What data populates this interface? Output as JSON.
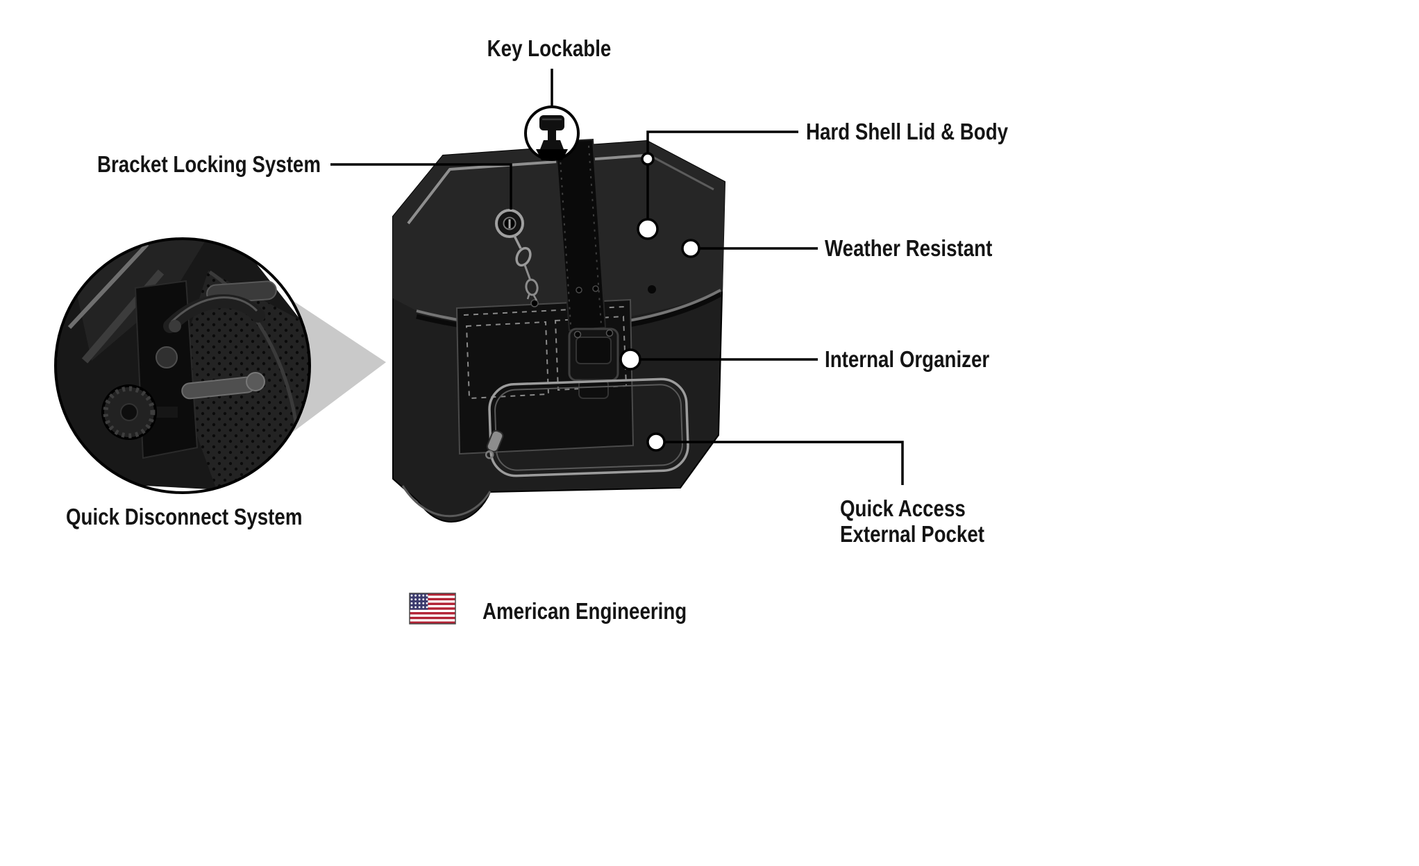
{
  "product": "Hard shell motorcycle saddlebag feature diagram",
  "callouts": {
    "key_lockable": {
      "label": "Key Lockable"
    },
    "hard_shell": {
      "label": "Hard Shell Lid & Body"
    },
    "bracket_locking": {
      "label": "Bracket Locking System"
    },
    "weather_resistant": {
      "label": "Weather Resistant"
    },
    "internal_organizer": {
      "label": "Internal Organizer"
    },
    "quick_disconnect": {
      "label": "Quick Disconnect System"
    },
    "quick_access": {
      "line1": "Quick Access",
      "line2": "External Pocket"
    }
  },
  "footer": {
    "label": "American Engineering",
    "flag_icon": "us-flag-icon"
  },
  "icons": {
    "key": "key-icon",
    "keyhole": "keyhole-lock-icon",
    "flag": "us-flag-icon"
  },
  "colors": {
    "line": "#000000",
    "label_text": "#141414",
    "wedge": "#c9c9c9",
    "bag_body": "#1e1e1e",
    "bag_lid": "#262626",
    "piping": "#8f8f8f",
    "flag_red": "#B22234",
    "flag_blue": "#3C3B6E"
  }
}
